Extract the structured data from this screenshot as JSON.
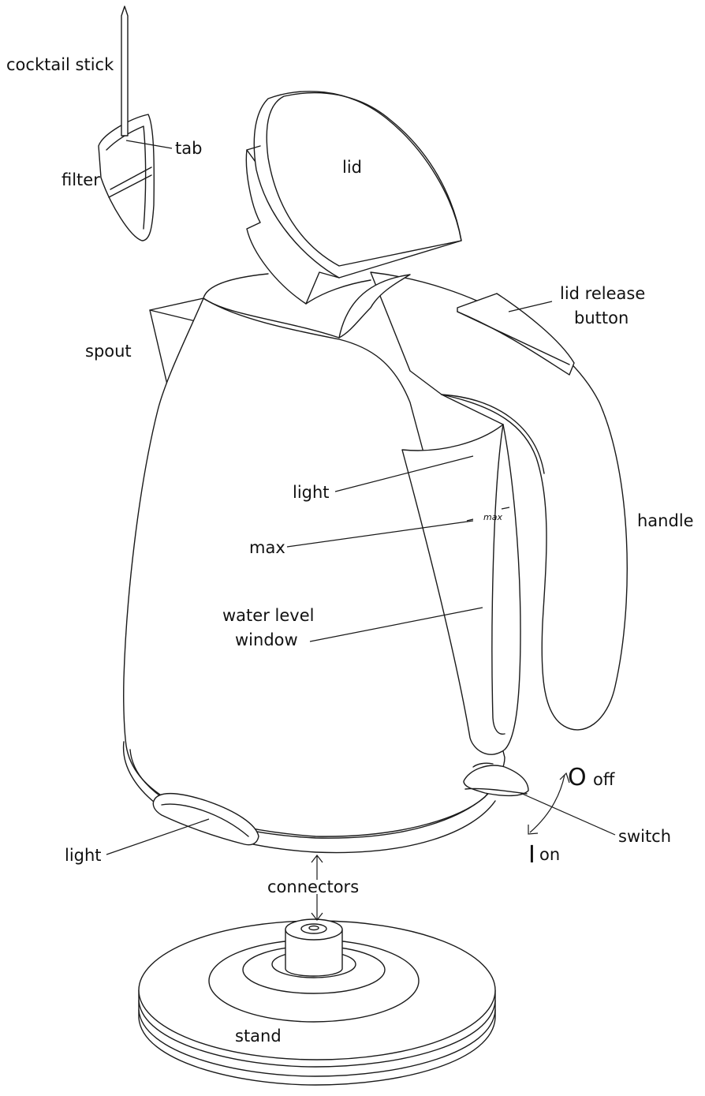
{
  "labels": {
    "cocktail_stick": "cocktail stick",
    "tab": "tab",
    "filter": "filter",
    "lid": "lid",
    "lid_release_button_line1": "lid release",
    "lid_release_button_line2": "button",
    "spout": "spout",
    "light_window": "light",
    "max_label": "max",
    "max_mark": "max",
    "water_level_window_line1": "water level",
    "water_level_window_line2": "window",
    "handle": "handle",
    "off_symbol": "O",
    "off": "off",
    "on_symbol": "I",
    "on": "on",
    "switch": "switch",
    "light_base": "light",
    "connectors": "connectors",
    "stand": "stand"
  }
}
